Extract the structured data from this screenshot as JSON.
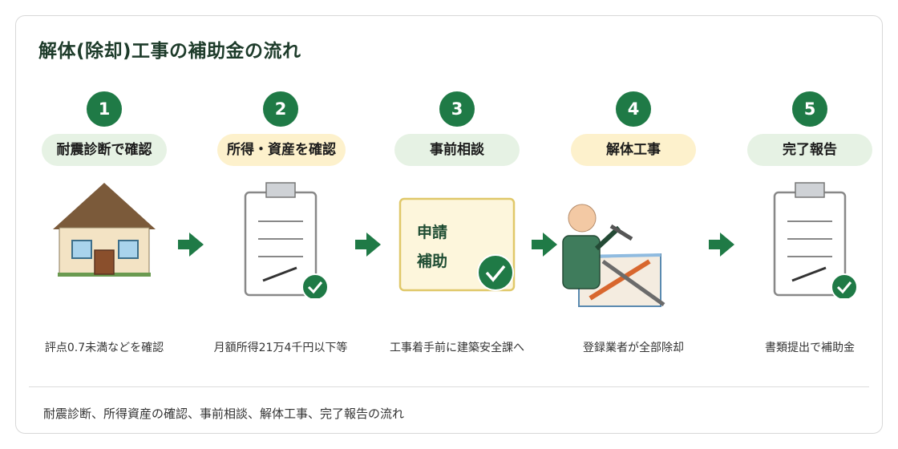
{
  "title": "解体(除却)工事の補助金の流れ",
  "steps": [
    {
      "number": "1",
      "label": "耐震診断で確認",
      "caption": "評点0.7未満などを確認",
      "pill_color": "#e6f2e4"
    },
    {
      "number": "2",
      "label": "所得・資産を確認",
      "caption": "月額所得21万4千円以下等",
      "pill_color": "#fdf1cc"
    },
    {
      "number": "3",
      "label": "事前相談",
      "caption": "工事着手前に建築安全課へ",
      "pill_color": "#e6f2e4"
    },
    {
      "number": "4",
      "label": "解体工事",
      "caption": "登録業者が全部除却",
      "pill_color": "#fdf1cc"
    },
    {
      "number": "5",
      "label": "完了報告",
      "caption": "書類提出で補助金",
      "pill_color": "#e6f2e4"
    }
  ],
  "form_text": {
    "line1": "申請",
    "line2": "補助"
  },
  "footer": "耐震診断、所得資産の確認、事前相談、解体工事、完了報告の流れ",
  "colors": {
    "accent_green": "#1f7a46",
    "title": "#1d3b2a"
  }
}
